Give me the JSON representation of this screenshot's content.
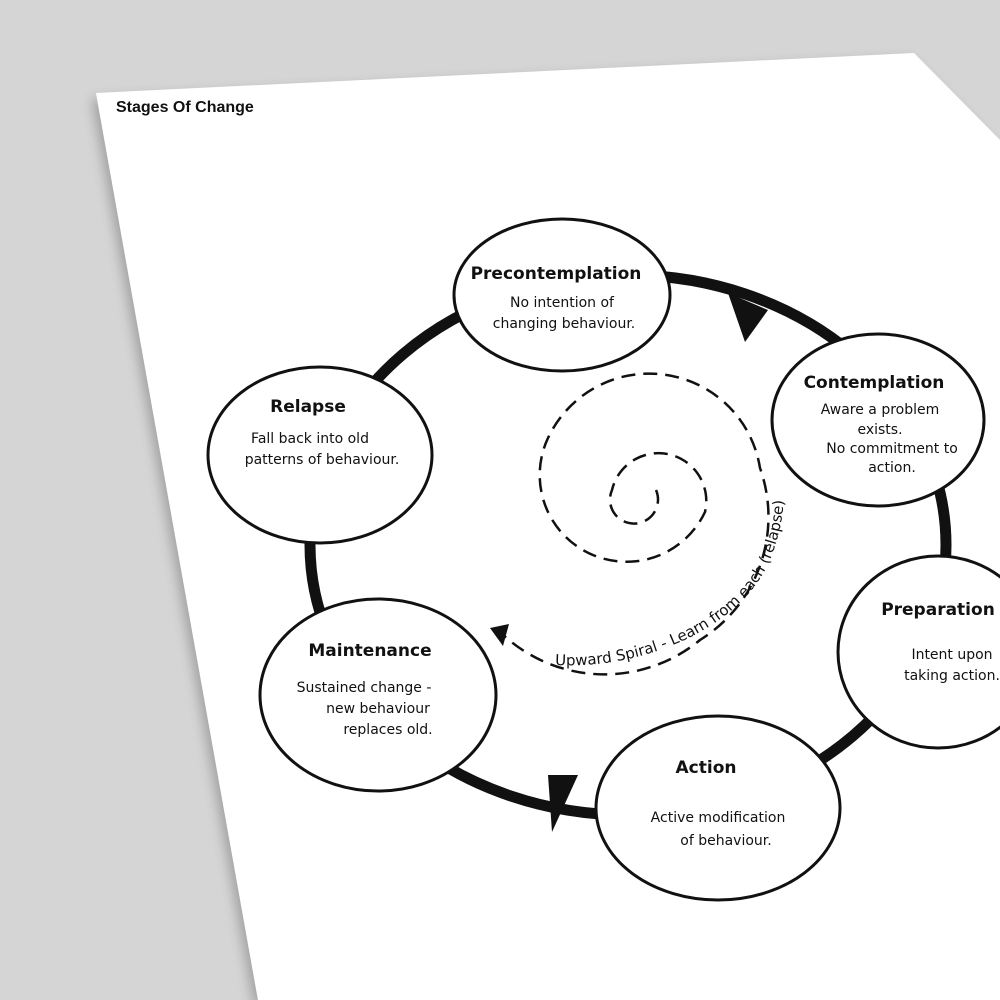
{
  "document": {
    "title": "Stages Of Change"
  },
  "stages": [
    {
      "id": "precontemplation",
      "title": "Precontemplation",
      "lines": [
        "No intention of",
        "changing behaviour."
      ]
    },
    {
      "id": "contemplation",
      "title": "Contemplation",
      "lines": [
        "Aware a problem",
        "exists.",
        "No commitment to",
        "action."
      ]
    },
    {
      "id": "preparation",
      "title": "Preparation",
      "lines": [
        "Intent upon",
        "taking action."
      ]
    },
    {
      "id": "action",
      "title": "Action",
      "lines": [
        "Active modification",
        "of behaviour."
      ]
    },
    {
      "id": "maintenance",
      "title": "Maintenance",
      "lines": [
        "Sustained change -",
        "new behaviour",
        "replaces old."
      ]
    },
    {
      "id": "relapse",
      "title": "Relapse",
      "lines": [
        "Fall back into old",
        "patterns of behaviour."
      ]
    }
  ],
  "spiral": {
    "label": "Upward Spiral - Learn from each (relapse)"
  },
  "colors": {
    "background": "#d5d5d5",
    "paper": "#ffffff",
    "ink": "#111111"
  }
}
